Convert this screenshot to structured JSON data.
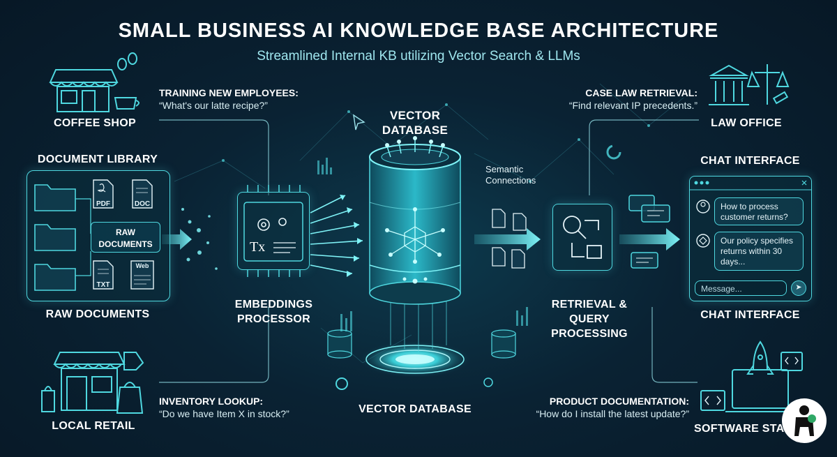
{
  "header": {
    "title": "SMALL BUSINESS AI KNOWLEDGE BASE ARCHITECTURE",
    "subtitle": "Streamlined Internal KB utilizing Vector Search & LLMs"
  },
  "businesses": {
    "coffee_shop": "COFFEE SHOP",
    "local_retail": "LOCAL RETAIL",
    "law_office": "LAW OFFICE",
    "software_startup": "SOFTWARE STARTUP"
  },
  "use_cases": {
    "coffee": {
      "title": "TRAINING NEW EMPLOYEES:",
      "question": "“What's our latte recipe?”"
    },
    "law": {
      "title": "CASE LAW RETRIEVAL:",
      "question": "“Find relevant IP precedents.”"
    },
    "retail": {
      "title": "INVENTORY LOOKUP:",
      "question": "“Do we have Item X in stock?”"
    },
    "software": {
      "title": "PRODUCT DOCUMENTATION:",
      "question": "“How do I install the latest update?”"
    }
  },
  "document_library": {
    "title": "DOCUMENT LIBRARY",
    "raw_documents_box": "RAW DOCUMENTS",
    "file_types": [
      "PDF",
      "DOC",
      "TXT",
      "Web"
    ],
    "footer": "RAW DOCUMENTS"
  },
  "embeddings": {
    "label": "EMBEDDINGS PROCESSOR",
    "chip_text": "Tx"
  },
  "vector_db": {
    "top_label": "VECTOR DATABASE",
    "bottom_label": "VECTOR DATABASE",
    "semantic_note": "Semantic Connections"
  },
  "retrieval": {
    "label": "RETRIEVAL & QUERY PROCESSING"
  },
  "chat": {
    "top_label": "CHAT INTERFACE",
    "bottom_label": "CHAT INTERFACE",
    "user_message": "How to process customer returns?",
    "bot_message": "Our policy specifies returns within 30 days...",
    "input_placeholder": "Message..."
  },
  "colors": {
    "accent": "#4fd8e0",
    "background": "#0a2233",
    "glow": "#7ff3f7"
  }
}
